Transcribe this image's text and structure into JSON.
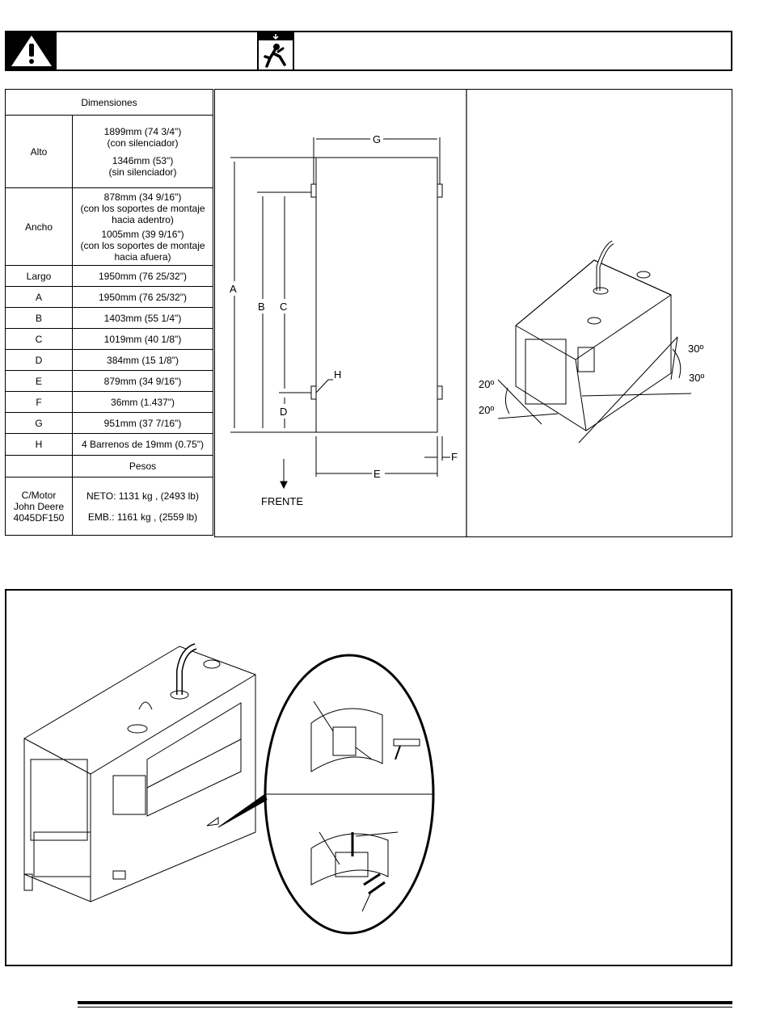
{
  "table": {
    "header_dimensions": "Dimensiones",
    "rows": [
      {
        "label": "Alto",
        "values": [
          "1899mm (74 3/4\")",
          "(con silenciador)",
          "1346mm (53\")",
          "(sin silenciador)"
        ]
      },
      {
        "label": "Ancho",
        "values": [
          "878mm (34 9/16\")",
          "(con los soportes de montaje",
          "hacia adentro)",
          "1005mm (39 9/16\")",
          "(con los soportes de montaje",
          "hacia afuera)"
        ]
      },
      {
        "label": "Largo",
        "value": "1950mm (76 25/32\")"
      },
      {
        "label": "A",
        "value": "1950mm (76 25/32\")"
      },
      {
        "label": "B",
        "value": "1403mm (55 1/4\")"
      },
      {
        "label": "C",
        "value": "1019mm (40 1/8\")"
      },
      {
        "label": "D",
        "value": "384mm (15 1/8\")"
      },
      {
        "label": "E",
        "value": "879mm (34 9/16\")"
      },
      {
        "label": "F",
        "value": "36mm (1.437\")"
      },
      {
        "label": "G",
        "value": "951mm (37 7/16\")"
      },
      {
        "label": "H",
        "value": "4 Barrenos de 19mm (0.75\")"
      }
    ],
    "header_weights": "Pesos",
    "weights": {
      "label": [
        "C/Motor",
        "John Deere",
        "4045DF150"
      ],
      "neto": "NETO: 1131 kg , (2493 lb)",
      "emb": "EMB.: 1161 kg , (2559 lb)"
    }
  },
  "diagram": {
    "labels": {
      "A": "A",
      "B": "B",
      "C": "C",
      "D": "D",
      "E": "E",
      "F": "F",
      "G": "G",
      "H": "H"
    },
    "front": "FRENTE"
  },
  "tilt": {
    "angle_30a": "30º",
    "angle_30b": "30º",
    "angle_20a": "20º",
    "angle_20b": "20º"
  },
  "icons": [
    "warning-triangle-icon",
    "falling-hazard-icon"
  ]
}
